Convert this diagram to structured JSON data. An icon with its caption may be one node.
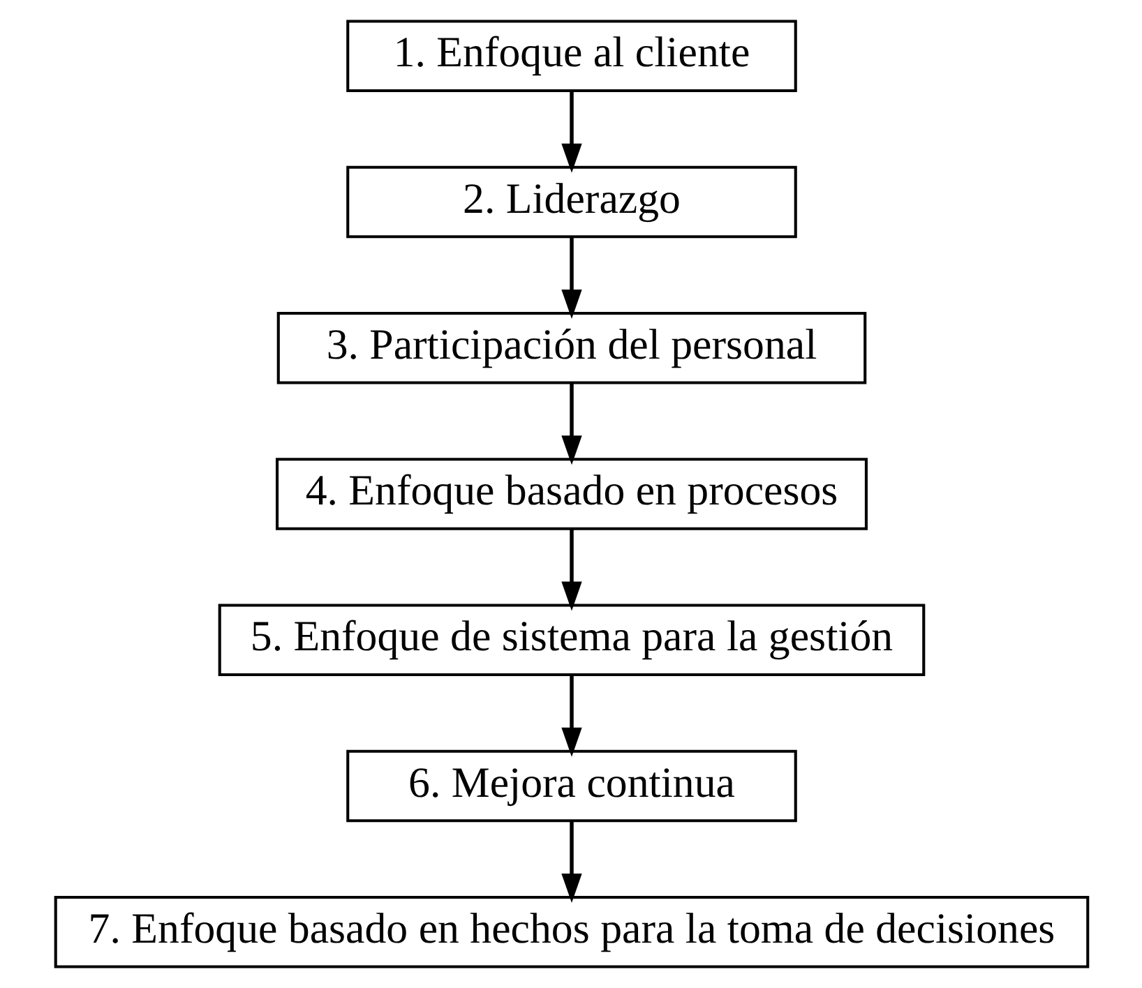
{
  "diagram": {
    "nodes": [
      {
        "text": [
          "1. Enfoque al cliente"
        ]
      },
      {
        "text": [
          "2. Liderazgo"
        ]
      },
      {
        "text": [
          "3. Participación del personal"
        ]
      },
      {
        "text": [
          "4. Enfoque basado en procesos"
        ]
      },
      {
        "text": [
          "5. Enfoque de sistema para la gestión"
        ]
      },
      {
        "text": [
          "6. Mejora continua"
        ]
      },
      {
        "text": [
          "7. Enfoque basado en hechos para la toma de decisiones"
        ]
      }
    ],
    "edges": [
      {
        "from": 0,
        "to": 1,
        "arrow": "to"
      },
      {
        "from": 1,
        "to": 2,
        "arrow": "to"
      },
      {
        "from": 2,
        "to": 3,
        "arrow": "to"
      },
      {
        "from": 3,
        "to": 4,
        "arrow": "to"
      },
      {
        "from": 4,
        "to": 5,
        "arrow": "to"
      },
      {
        "from": 5,
        "to": 6,
        "arrow": "to"
      }
    ]
  }
}
